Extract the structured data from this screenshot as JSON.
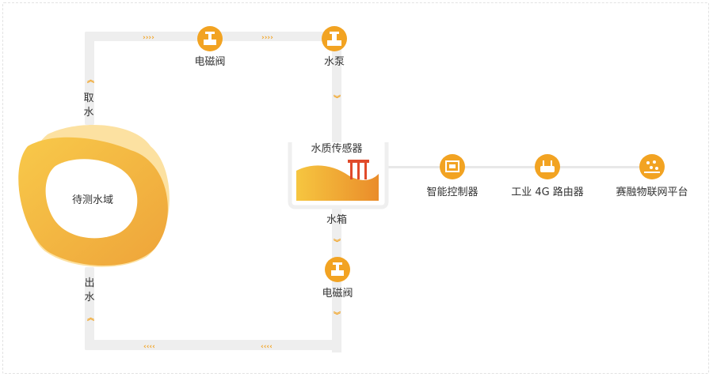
{
  "water_body": {
    "label": "待测水域"
  },
  "intake": {
    "label_top": "取",
    "label_bottom": "水"
  },
  "outlet": {
    "label_top": "出",
    "label_bottom": "水"
  },
  "valve_top": {
    "label": "电磁阀",
    "icon": "solenoid-valve-icon"
  },
  "pump": {
    "label": "水泵",
    "icon": "water-pump-icon"
  },
  "tank": {
    "label": "水箱",
    "sensor_label": "水质传感器"
  },
  "valve_bottom": {
    "label": "电磁阀",
    "icon": "solenoid-valve-icon"
  },
  "controller": {
    "label": "智能控制器",
    "icon": "controller-icon"
  },
  "router": {
    "label": "工业 4G 路由器",
    "icon": "router-icon"
  },
  "platform": {
    "label": "赛融物联网平台",
    "icon": "iot-platform-icon"
  },
  "colors": {
    "accent": "#f2a322",
    "accent_light": "#f7c74d",
    "pipe": "#eeeeee",
    "line": "#e8e8e8"
  },
  "arrows": {
    "right": "››››",
    "left": "‹‹‹‹",
    "up": "︽",
    "down": "︾"
  }
}
